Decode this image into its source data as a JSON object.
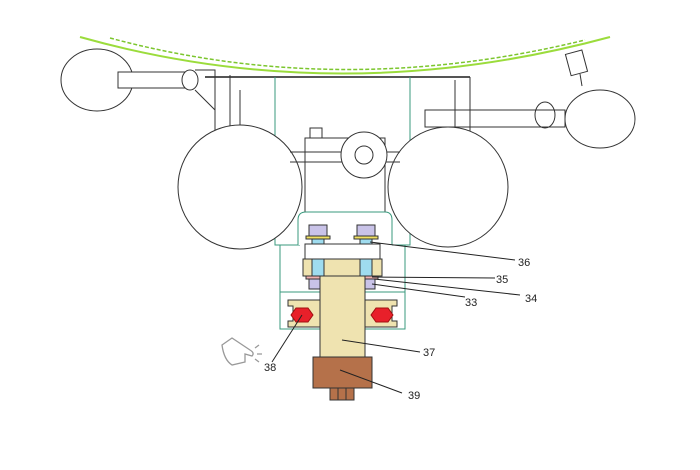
{
  "labels": {
    "l33": "33",
    "l34": "34",
    "l35": "35",
    "l36": "36",
    "l37": "37",
    "l38": "38",
    "l39": "39"
  },
  "colors": {
    "rail": "#8fd63a",
    "bracket": "#3a9a7e",
    "beige": "#efe3b0",
    "nut": "#c9c3e8",
    "shaft": "#9fdcef",
    "bolt": "#e8202a",
    "base": "#b5714a"
  }
}
